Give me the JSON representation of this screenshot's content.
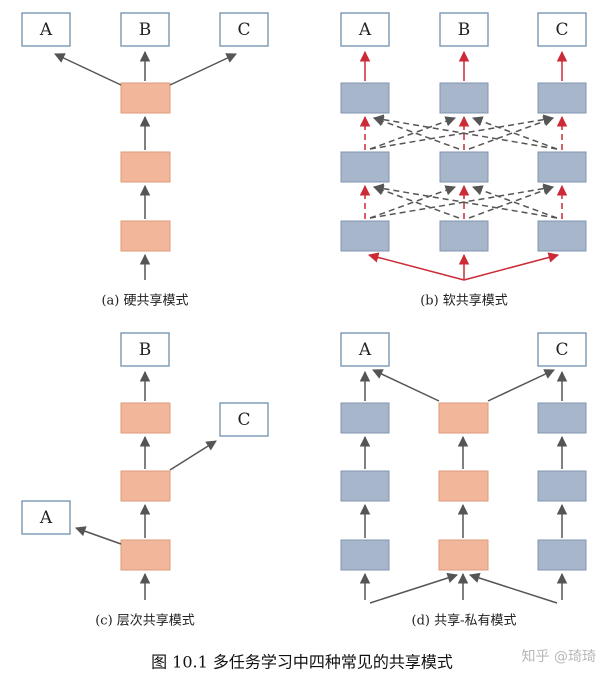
{
  "panels": {
    "a": {
      "caption": "(a) 硬共享模式",
      "tasks": [
        "A",
        "B",
        "C"
      ]
    },
    "b": {
      "caption": "(b) 软共享模式",
      "tasks": [
        "A",
        "B",
        "C"
      ]
    },
    "c": {
      "caption": "(c) 层次共享模式",
      "tasks": [
        "A",
        "B",
        "C"
      ]
    },
    "d": {
      "caption": "(d) 共享-私有模式",
      "tasks": [
        "A",
        "C"
      ]
    }
  },
  "figure_caption": "图 10.1 多任务学习中四种常见的共享模式",
  "watermark": "知乎 @琦琦",
  "colors": {
    "shared_layer": "#f2b79b",
    "private_layer": "#a8b6cc",
    "soft_arrow": "#cc2a36",
    "arrow": "#555555",
    "task_border": "#7b97b3"
  }
}
